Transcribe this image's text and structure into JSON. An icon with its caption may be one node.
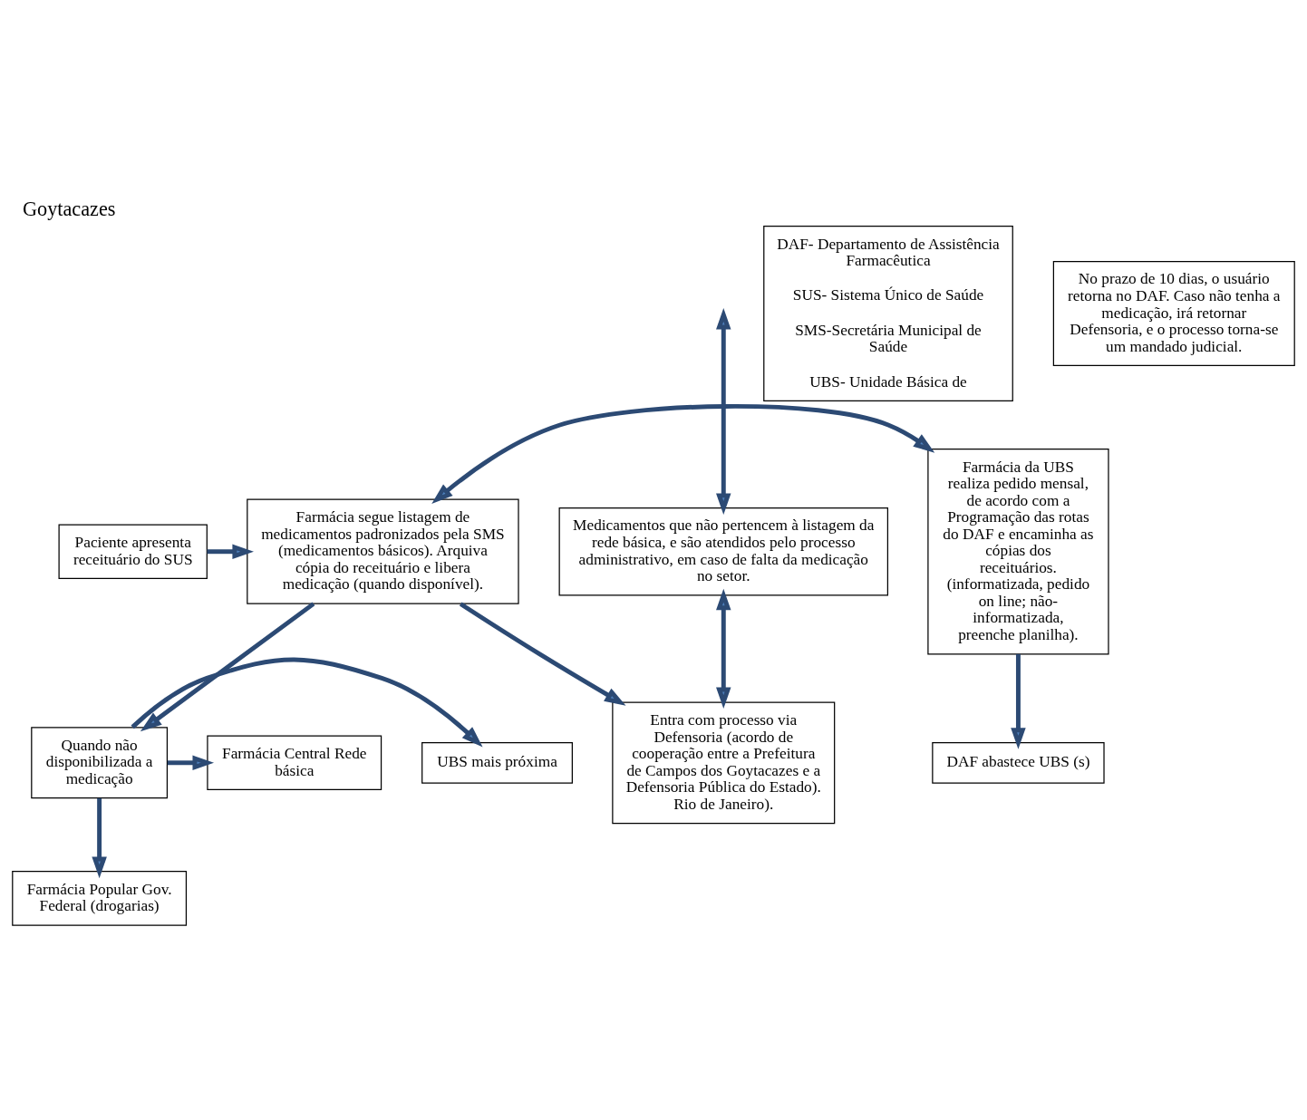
{
  "diagram": {
    "title": "Goytacazes",
    "nodes": [
      {
        "text": [
          "Paciente apresenta receituário do SUS"
        ]
      },
      {
        "text": [
          "Farmácia segue listagem de medicamentos padronizados pela SMS (medicamentos básicos). Arquiva cópia do receituário e libera medicação (quando disponível)."
        ]
      },
      {
        "text": [
          "Farmácia da UBS realiza pedido mensal, de acordo com a Programação das rotas do DAF e encaminha as cópias dos receituários. (informatizada, pedido on line; não-informatizada, preenche planilha)."
        ]
      },
      {
        "text": [
          "UBS mais próxima"
        ]
      },
      {
        "text": [
          "Quando não disponibilizada a medicação"
        ]
      },
      {
        "text": [
          "Farmácia Central Rede básica"
        ]
      },
      {
        "text": [
          "DAF abastece UBS (s)"
        ]
      },
      {
        "text": [
          "Farmácia Popular Gov. Federal (drogarias)"
        ]
      },
      {
        "text": [
          "Medicamentos que não pertencem à listagem da rede básica, e são atendidos pelo processo administrativo, em caso de falta da medicação no setor."
        ]
      },
      {
        "text": [
          "DAF- Departamento de Assistência Farmacêutica",
          "SUS- Sistema Único de Saúde",
          "SMS-Secretária Municipal de Saúde",
          "UBS- Unidade Básica de"
        ]
      },
      {
        "text": [
          "Entra com processo via Defensoria (acordo de cooperação entre a Prefeitura de Campos dos Goytacazes e a Defensoria Pública do Estado). Rio de Janeiro)."
        ]
      },
      {
        "text": [
          "No prazo de 10 dias, o usuário retorna no DAF. Caso não tenha a medicação, irá retornar Defensoria, e o processo torna-se um mandado judicial."
        ]
      }
    ],
    "edges": [
      {
        "from": 0,
        "to": 1,
        "arrow": "to"
      },
      {
        "from": 1,
        "to": 2,
        "arrow": "both"
      },
      {
        "from": 1,
        "to": 4,
        "arrow": "to"
      },
      {
        "from": 4,
        "to": 3,
        "arrow": "to"
      },
      {
        "from": 4,
        "to": 5,
        "arrow": "to"
      },
      {
        "from": 4,
        "to": 7,
        "arrow": "to"
      },
      {
        "from": 2,
        "to": 6,
        "arrow": "to"
      },
      {
        "from": 1,
        "to": 10,
        "arrow": "to"
      },
      {
        "from": null,
        "to": 8,
        "arrow": "both"
      },
      {
        "from": 8,
        "to": 10,
        "arrow": "both"
      }
    ]
  }
}
